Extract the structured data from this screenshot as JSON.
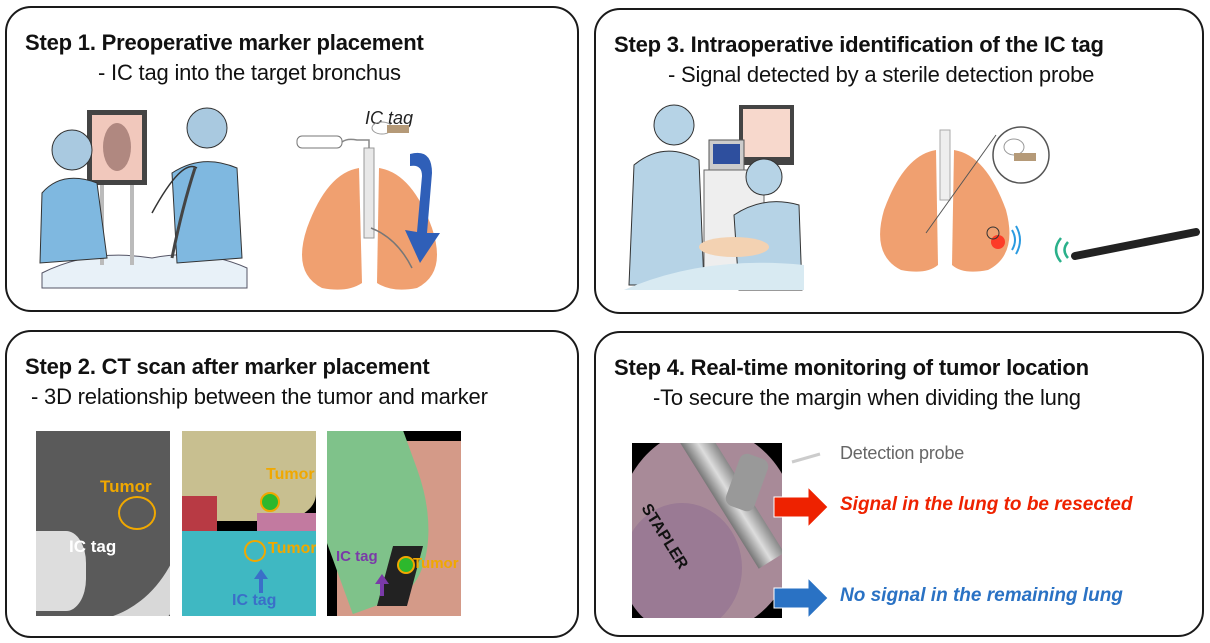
{
  "steps": [
    {
      "title": "Step 1. Preoperative marker placement",
      "subtitle": "- IC tag into the target bronchus",
      "labels": {
        "ic_tag": "IC tag"
      }
    },
    {
      "title": "Step 2.  CT scan after marker placement",
      "subtitle": "- 3D relationship between the tumor and marker",
      "images": [
        {
          "labels": {
            "tumor": "Tumor",
            "ic_tag": "IC tag"
          }
        },
        {
          "labels": {
            "tumor_upper": "Tumor",
            "tumor_lower": "Tumor",
            "ic_tag": "IC tag"
          }
        },
        {
          "labels": {
            "tumor": "Tumor",
            "ic_tag": "IC tag"
          }
        }
      ]
    },
    {
      "title": "Step 3. Intraoperative identification of the IC tag",
      "subtitle": "- Signal detected by a sterile detection probe"
    },
    {
      "title": "Step 4. Real-time monitoring of tumor location",
      "subtitle": "-To secure the margin when dividing the lung",
      "labels": {
        "stapler": "STAPLER",
        "detection_probe": "Detection probe",
        "signal_resected": "Signal in the lung to be resected",
        "no_signal_remaining": "No signal in the remaining lung"
      }
    }
  ],
  "colors": {
    "tumor_label": "#f0a800",
    "ic_tag_white": "#ffffff",
    "ic_tag_blue": "#3a6fc8",
    "ic_tag_purple": "#7a3aa8",
    "signal_red": "#ee2200",
    "no_signal_blue": "#2a72c4",
    "arrow_blue": "#2f5fb8",
    "probe_label_gray": "#666666"
  }
}
